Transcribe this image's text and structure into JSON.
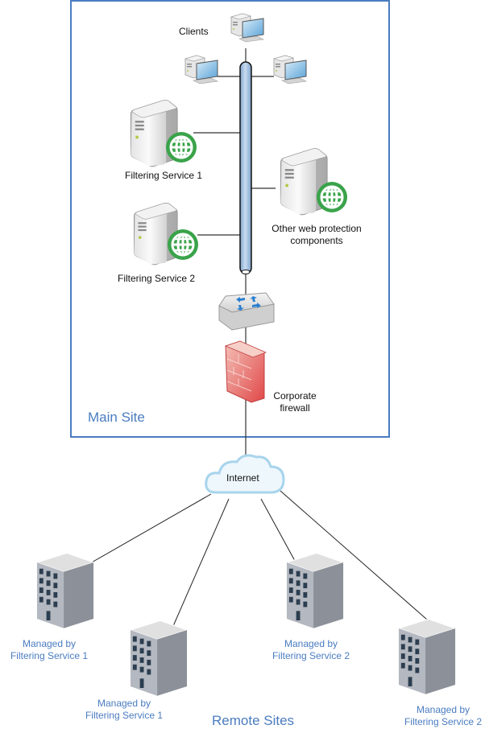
{
  "main_site": {
    "title": "Main Site",
    "border_color": "#4a7cc0",
    "clients_label": "Clients",
    "filtering_service_1": "Filtering Service 1",
    "filtering_service_2": "Filtering Service 2",
    "other_components": [
      "Other web protection",
      "components"
    ],
    "firewall": [
      "Corporate",
      "firewall"
    ]
  },
  "internet": {
    "label": "Internet"
  },
  "remote_sites": {
    "title": "Remote Sites",
    "sites": [
      {
        "line1": "Managed by",
        "line2": "Filtering Service 1"
      },
      {
        "line1": "Managed by",
        "line2": "Filtering Service 1"
      },
      {
        "line1": "Managed by",
        "line2": "Filtering Service 2"
      },
      {
        "line1": "Managed by",
        "line2": "Filtering Service 2"
      }
    ]
  },
  "colors": {
    "globe": "#3aa34a",
    "backbone": "#a9c4e2",
    "cloud_stroke": "#a8d4ec",
    "firewall": "#e06060",
    "label_blue": "#4a7cc0"
  }
}
